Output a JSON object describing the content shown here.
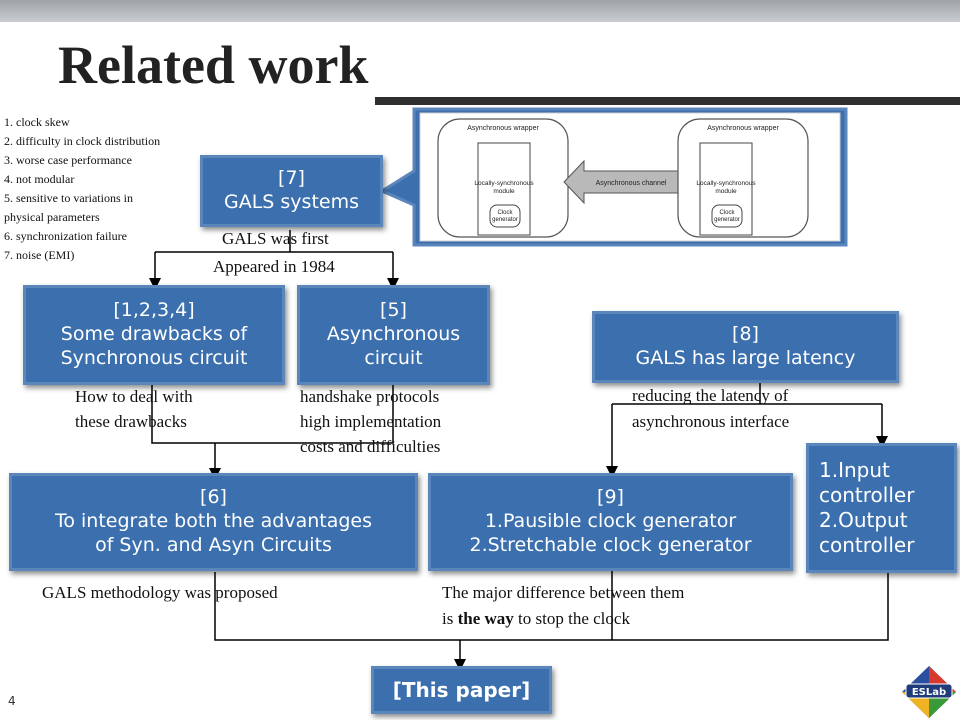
{
  "slide": {
    "title": "Related work",
    "page_number": "4",
    "logo_text": "ESLab"
  },
  "drawbacks_list": [
    "1. clock skew",
    "2. difficulty in clock distribution",
    "3. worse case performance",
    "4. not modular",
    "5. sensitive to variations in",
    "physical  parameters",
    "6. synchronization failure",
    "7. noise (EMI)"
  ],
  "boxes": {
    "b7": {
      "ref": "[7]",
      "lines": [
        "GALS systems"
      ]
    },
    "b1234": {
      "ref": "[1,2,3,4]",
      "lines": [
        "Some drawbacks of",
        "Synchronous circuit"
      ]
    },
    "b5": {
      "ref": "[5]",
      "lines": [
        "Asynchronous",
        "circuit"
      ]
    },
    "b8": {
      "ref": "[8]",
      "lines": [
        "GALS has large latency"
      ]
    },
    "b6": {
      "ref": "[6]",
      "lines": [
        "To integrate both the advantages",
        "of Syn. and Asyn Circuits"
      ]
    },
    "b9": {
      "ref": "[9]",
      "lines": [
        "1.Pausible clock generator",
        "2.Stretchable clock generator"
      ]
    },
    "bio": {
      "lines": [
        "1.Input",
        "controller",
        "2.Output",
        "controller"
      ]
    },
    "bthis": {
      "lines": [
        "[This paper]"
      ]
    }
  },
  "notes": {
    "gals_first_a": "GALS was first",
    "gals_first_b": "Appeared in 1984",
    "how_a": "How to deal with",
    "how_b": "these drawbacks",
    "hs_a": "handshake protocols",
    "hs_b": "high implementation",
    "hs_c": "costs and difficulties",
    "red_a": "reducing the latency of",
    "red_b": "asynchronous interface",
    "gals_method": "GALS methodology was proposed",
    "major_a": "The major difference between them",
    "major_b_pre": "is ",
    "major_b_bold": "the way",
    "major_b_post": " to stop the clock"
  },
  "callout": {
    "wrapper_left": "Asynchronous wrapper",
    "wrapper_right": "Asynchronous wrapper",
    "module_left": "Locally-synchronous module",
    "module_right": "Locally-synchronous module",
    "clock_left": "Clock generator",
    "clock_right": "Clock generator",
    "channel": "Asynchronous channel"
  },
  "colors": {
    "box_fill": "#3b6fae",
    "box_border": "#5b86bc",
    "accent_bar": "#2f2f2f"
  }
}
